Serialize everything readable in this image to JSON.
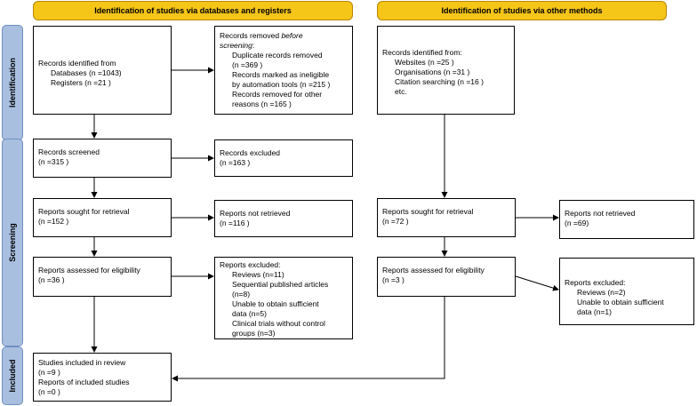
{
  "headers": {
    "left": "Identification of studies via databases and registers",
    "right": "Identification of studies via other methods"
  },
  "phases": {
    "identification": "Identification",
    "screening": "Screening",
    "included": "Included"
  },
  "left": {
    "identified": {
      "title": "Records identified from",
      "lines": [
        "Databases (n =1043)",
        "Registers (n =21 )"
      ]
    },
    "removed": {
      "title_a": "Records removed ",
      "title_b": "before",
      "title_c": "screening",
      "title_d": ":",
      "lines": [
        "Duplicate records removed",
        "(n =369 )",
        "Records marked as ineligible",
        "by automation tools (n =215 )",
        "Records removed for other",
        "reasons (n =165 )"
      ]
    },
    "screened": {
      "title": "Records screened",
      "count": "(n =315 )"
    },
    "excluded": {
      "title": "Records excluded",
      "count": "(n =163 )"
    },
    "sought": {
      "title": "Reports sought for retrieval",
      "count": "(n =152 )"
    },
    "not_retrieved": {
      "title": "Reports not retrieved",
      "count": "(n =116 )"
    },
    "assessed": {
      "title": "Reports assessed for eligibility",
      "count": "(n =36 )"
    },
    "reports_excluded": {
      "title": "Reports excluded:",
      "lines": [
        "Reviews (n=11)",
        "Sequential published articles",
        "(n=8)",
        "Unable to obtain sufficient",
        "data (n=5)",
        "Clinical trials without control",
        "groups (n=3)"
      ]
    },
    "included": {
      "lines": [
        "Studies included in review",
        "(n =9 )",
        "Reports of included studies",
        "(n =0 )"
      ]
    }
  },
  "right": {
    "identified": {
      "title": "Records identified from:",
      "lines": [
        "Websites (n =25 )",
        "Organisations (n =31 )",
        "Citation searching (n =16 )",
        "etc."
      ]
    },
    "sought": {
      "title": "Reports sought for retrieval",
      "count": "(n =72 )"
    },
    "not_retrieved": {
      "title": "Reports not retrieved",
      "count": "(n =69)"
    },
    "assessed": {
      "title": "Reports assessed for eligibility",
      "count": "(n =3 )"
    },
    "reports_excluded": {
      "title": "Reports excluded:",
      "lines": [
        "Reviews (n=2)",
        "Unable to obtain sufficient",
        "data (n=1)"
      ]
    }
  },
  "colors": {
    "header_bg": "#f5c518",
    "phase_bg": "#a9bfe0",
    "box_border": "#000000"
  }
}
